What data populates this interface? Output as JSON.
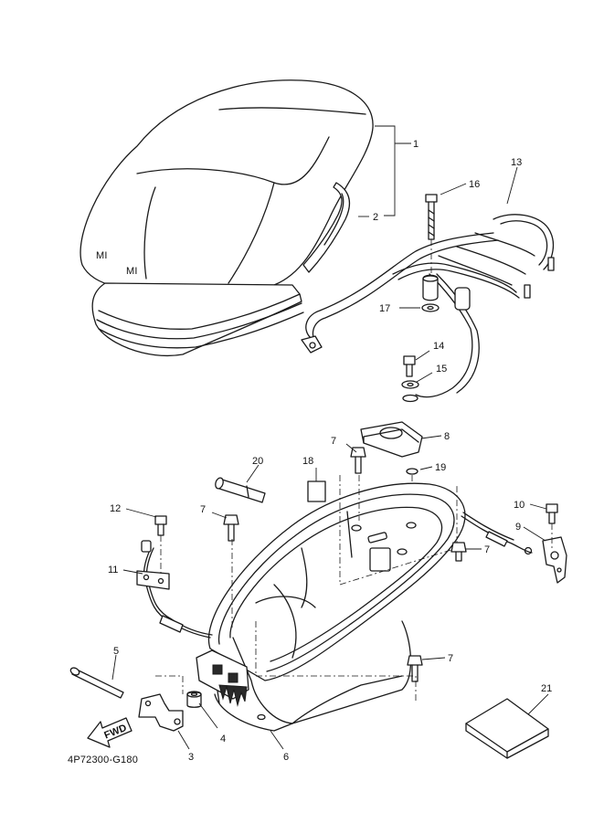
{
  "diagram": {
    "part_code": "4P72300-G180",
    "fwd_label": "FWD",
    "seat_mark": "MI",
    "callouts": [
      "1",
      "2",
      "3",
      "4",
      "5",
      "6",
      "7",
      "7",
      "7",
      "7",
      "8",
      "9",
      "10",
      "11",
      "12",
      "13",
      "14",
      "15",
      "16",
      "17",
      "18",
      "19",
      "20",
      "21"
    ]
  }
}
